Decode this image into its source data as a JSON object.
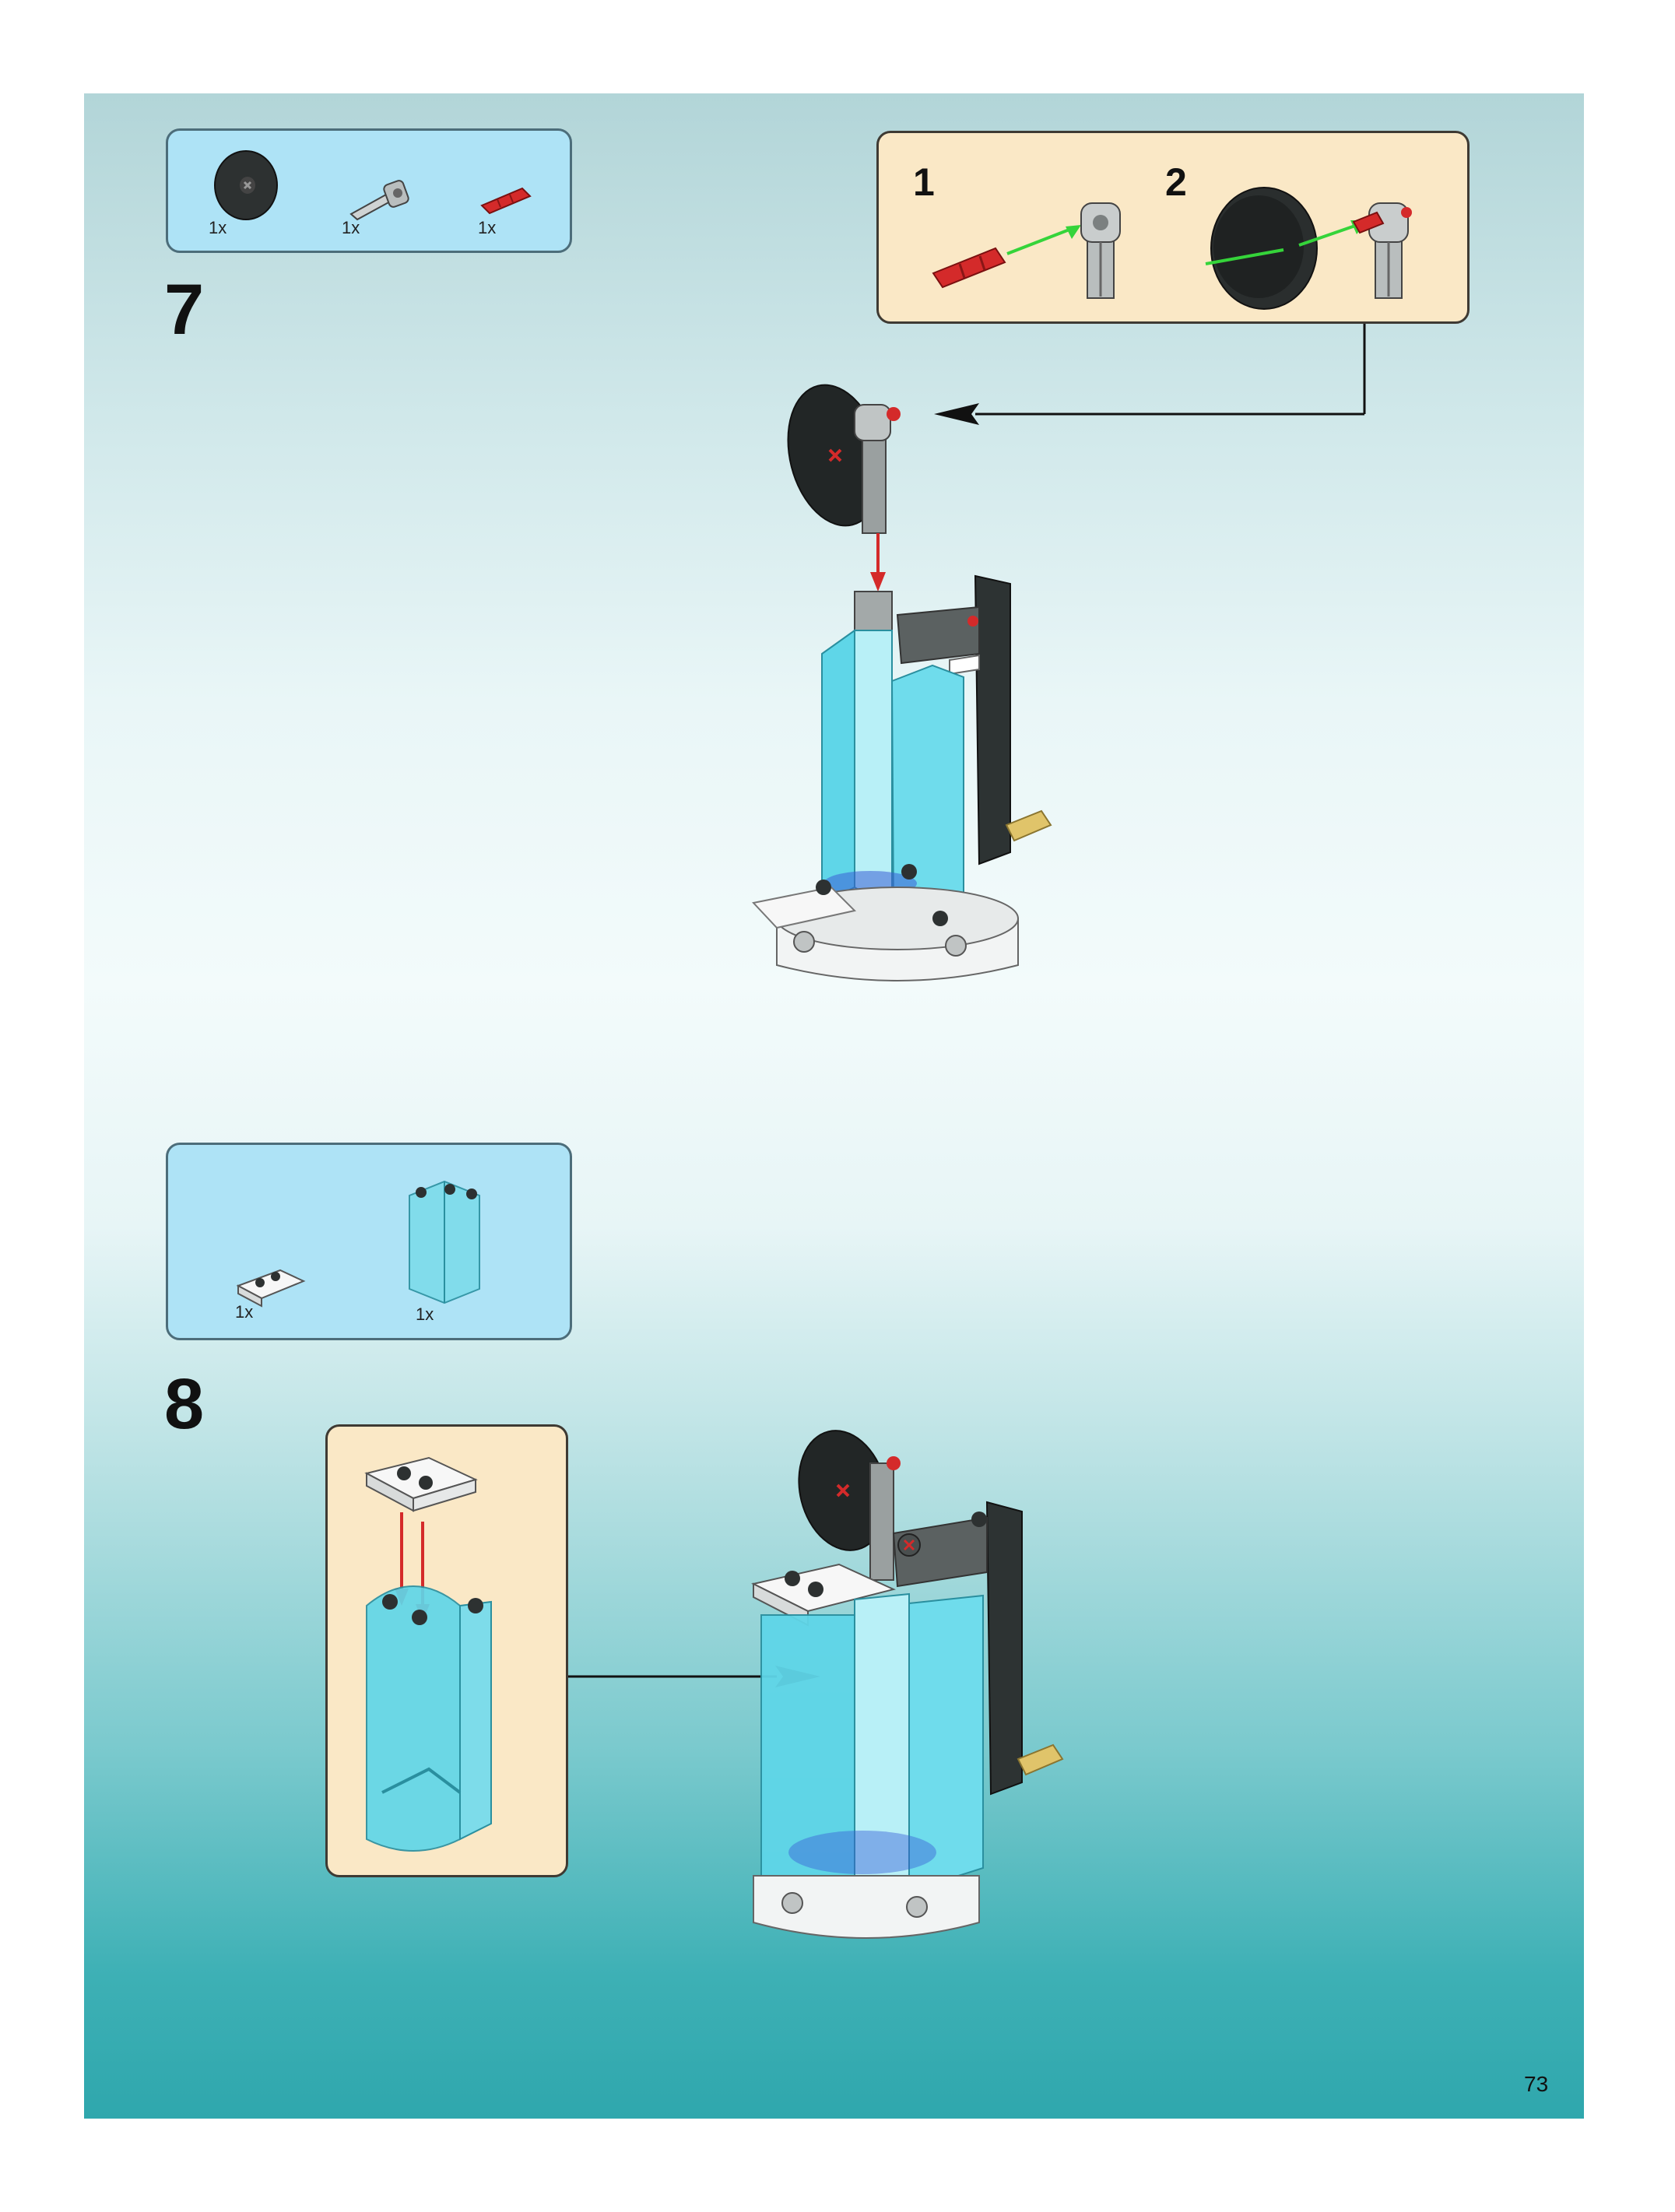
{
  "page": {
    "number": "73"
  },
  "step7": {
    "number": "7",
    "parts": [
      {
        "name": "black-wheel-disc",
        "qty": "1x"
      },
      {
        "name": "gray-axle-pin",
        "qty": "1x"
      },
      {
        "name": "red-axle",
        "qty": "1x"
      }
    ],
    "substeps": [
      "1",
      "2"
    ]
  },
  "step8": {
    "number": "8",
    "parts": [
      {
        "name": "white-plate-1x2",
        "qty": "1x"
      },
      {
        "name": "trans-light-blue-cylinder-panel",
        "qty": "1x"
      }
    ]
  },
  "colors": {
    "parts_box": "#aee3f6",
    "assembly_box": "#fae8c6",
    "trans_blue": "#5fd6e8",
    "dark_gray": "#3a3f40",
    "red": "#d42a2a",
    "green_arrow": "#35d43a"
  }
}
